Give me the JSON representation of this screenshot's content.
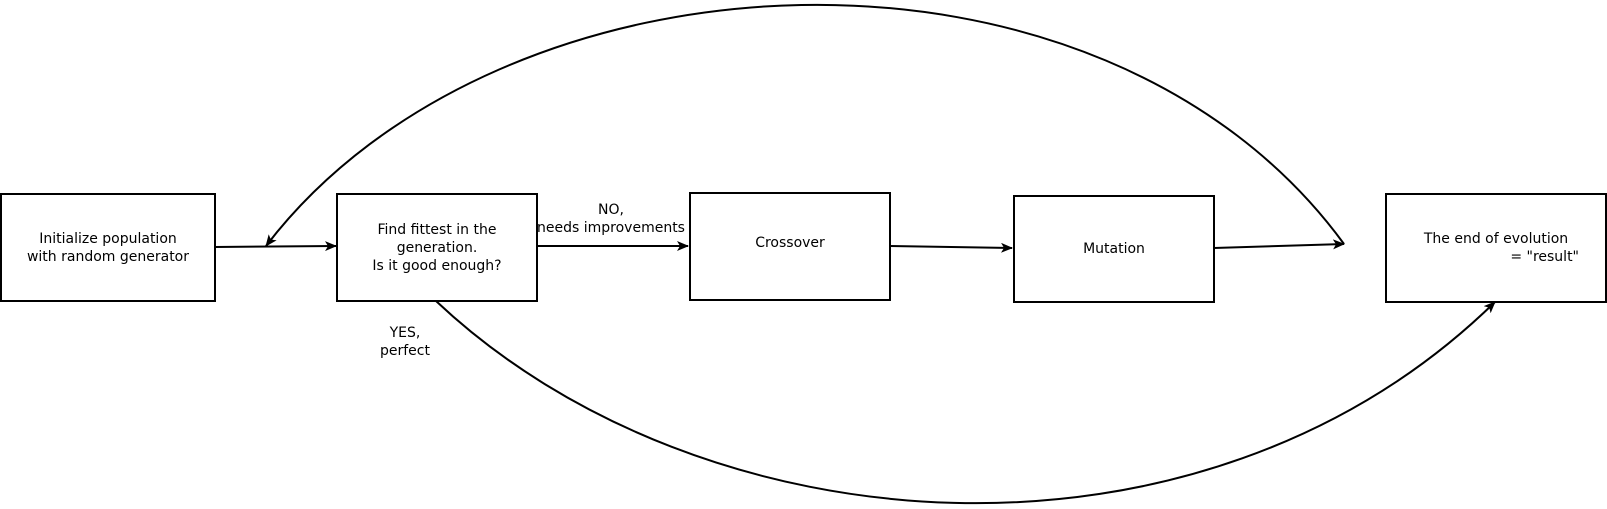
{
  "nodes": {
    "init": {
      "line1": "Initialize population",
      "line2": "with random generator"
    },
    "fittest": {
      "line1": "Find fittest in the",
      "line2": "generation.",
      "line3": "Is it good enough?"
    },
    "crossover": {
      "label": "Crossover"
    },
    "mutation": {
      "label": "Mutation"
    },
    "end": {
      "line1": "The end of evolution",
      "line2": "= \"result\""
    }
  },
  "edges": {
    "no": {
      "line1": "NO,",
      "line2": "needs improvements"
    },
    "yes": {
      "line1": "YES,",
      "line2": "perfect"
    }
  }
}
